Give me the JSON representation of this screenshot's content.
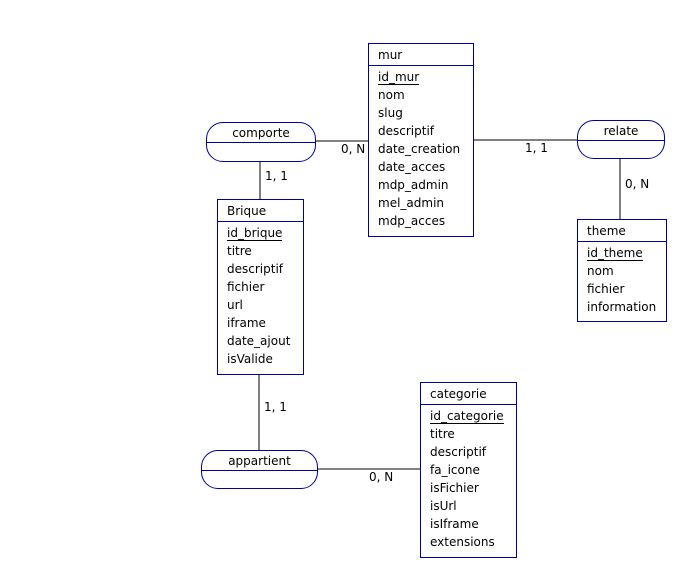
{
  "entities": {
    "mur": {
      "name": "mur",
      "fields": [
        "id_mur",
        "nom",
        "slug",
        "descriptif",
        "date_creation",
        "date_acces",
        "mdp_admin",
        "mel_admin",
        "mdp_acces"
      ]
    },
    "brique": {
      "name": "Brique",
      "fields": [
        "id_brique",
        "titre",
        "descriptif",
        "fichier",
        "url",
        "iframe",
        "date_ajout",
        "isValide"
      ]
    },
    "theme": {
      "name": "theme",
      "fields": [
        "id_theme",
        "nom",
        "fichier",
        "information"
      ]
    },
    "categorie": {
      "name": "categorie",
      "fields": [
        "id_categorie",
        "titre",
        "descriptif",
        "fa_icone",
        "isFichier",
        "isUrl",
        "isIframe",
        "extensions"
      ]
    }
  },
  "associations": {
    "comporte": "comporte",
    "relate": "relate",
    "appartient": "appartient"
  },
  "cardinalities": {
    "comporte_mur": "0, N",
    "comporte_brique": "1, 1",
    "relate_mur": "1, 1",
    "relate_theme": "0, N",
    "appartient_brique": "1, 1",
    "appartient_categorie": "0, N"
  },
  "colors": {
    "border": "#0000a0",
    "line": "#000000"
  }
}
